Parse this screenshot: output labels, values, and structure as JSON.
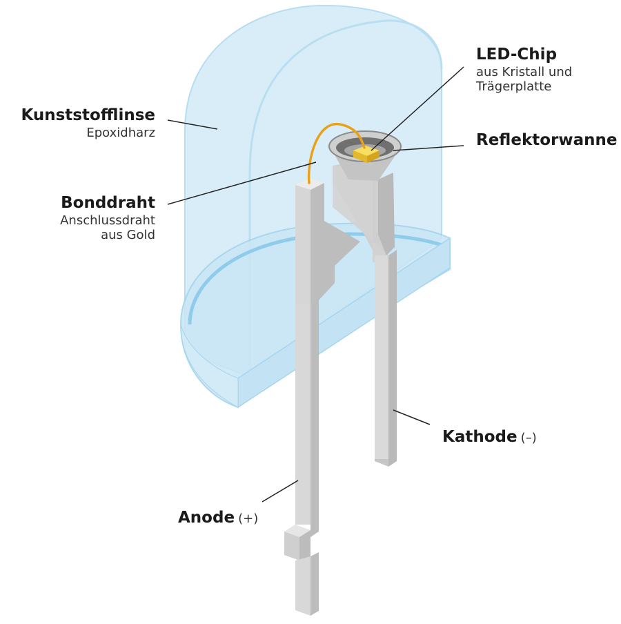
{
  "labels": {
    "lens": {
      "title": "Kunststofflinse",
      "sub": "Epoxidharz"
    },
    "bond": {
      "title": "Bonddraht",
      "sub1": "Anschlussdraht",
      "sub2": "aus Gold"
    },
    "chip": {
      "title": "LED-Chip",
      "sub1": "aus Kristall und",
      "sub2": "Trägerplatte"
    },
    "reflector": {
      "title": "Reflektorwanne"
    },
    "cathode": {
      "title": "Kathode",
      "sign": "(–)"
    },
    "anode": {
      "title": "Anode",
      "sign": "(+)"
    }
  },
  "colors": {
    "lens_fill": "#d6ecf7",
    "lens_edge": "#a9d6ee",
    "lead_front": "#d8d8d8",
    "lead_side": "#bcbcbc",
    "lead_top": "#ececec",
    "wire": "#e8a21a",
    "chip": "#f6d33c",
    "leader": "#222222"
  }
}
